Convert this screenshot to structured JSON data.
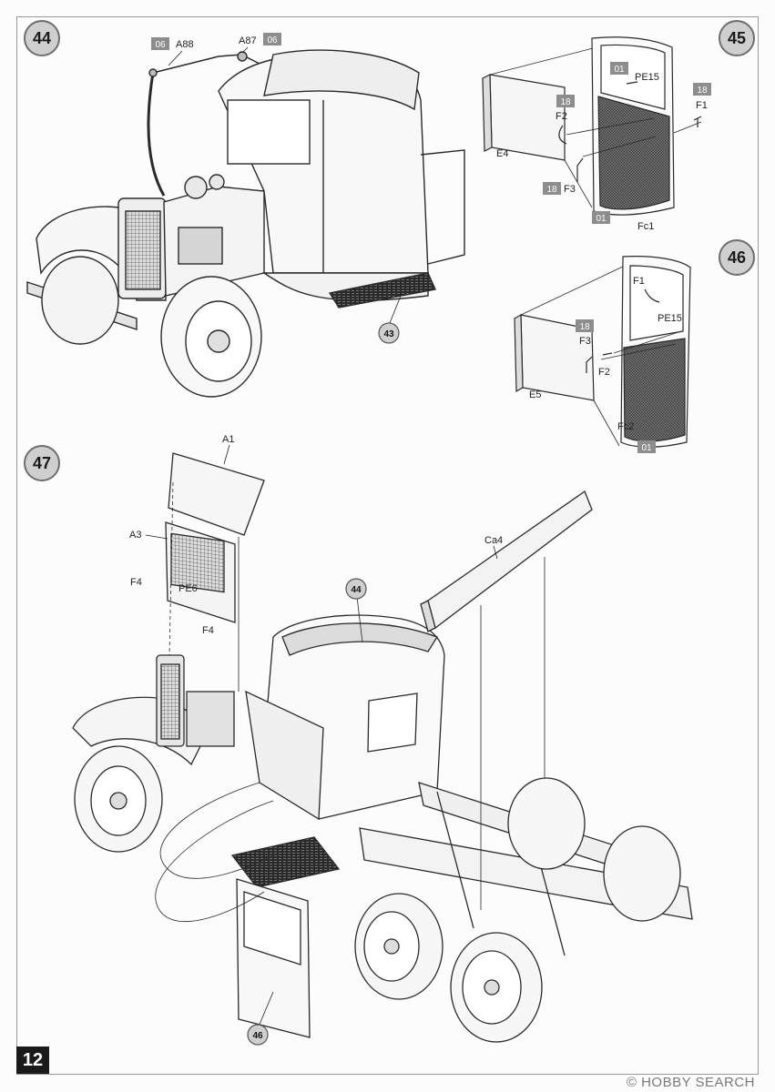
{
  "page_number": "12",
  "watermark": "© HOBBY SEARCH",
  "steps": [
    "44",
    "45",
    "46",
    "47"
  ],
  "step44": {
    "labels": {
      "a88": "A88",
      "a87": "A87"
    },
    "color_codes": {
      "a88": "06",
      "a87": "06"
    },
    "callouts": {
      "footboard": "43"
    }
  },
  "step45": {
    "labels": {
      "pe15": "PE15",
      "f1": "F1",
      "f2": "F2",
      "f3": "F3",
      "e4": "E4",
      "fc1": "Fc1"
    },
    "color_codes": {
      "pe15": "01",
      "f2": "18",
      "f1": "18",
      "f3": "18",
      "fc1": "01"
    }
  },
  "step46": {
    "labels": {
      "f1": "F1",
      "pe15": "PE15",
      "f3": "F3",
      "f2": "F2",
      "e5": "E5",
      "fc2": "Fc2"
    },
    "color_codes": {
      "f3": "18",
      "fc2": "01"
    }
  },
  "step47": {
    "labels": {
      "a1": "A1",
      "a3": "A3",
      "f4_left": "F4",
      "pe6": "PE6",
      "f4_right": "F4",
      "ca4": "Ca4"
    },
    "callouts": {
      "cab": "44",
      "door": "46"
    }
  },
  "colors": {
    "badge_fill": "#cfcfcf",
    "color_chip": "#8d8d8d",
    "line": "#2a2a2a"
  }
}
